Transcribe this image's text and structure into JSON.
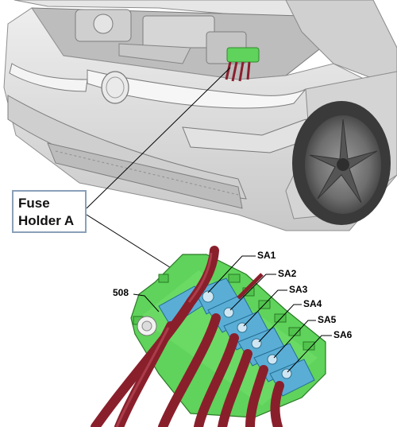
{
  "callout": {
    "line1": "Fuse",
    "line2": "Holder A"
  },
  "labels": {
    "l506": "508",
    "sa1": "SA1",
    "sa2": "SA2",
    "sa3": "SA3",
    "sa4": "SA4",
    "sa5": "SA5",
    "sa6": "SA6"
  },
  "colors": {
    "holder_green": "#5fd35b",
    "fuse_blue": "#5aaed6",
    "cable_red": "#8a1f2c",
    "car_grey": "#d9d9d9"
  }
}
